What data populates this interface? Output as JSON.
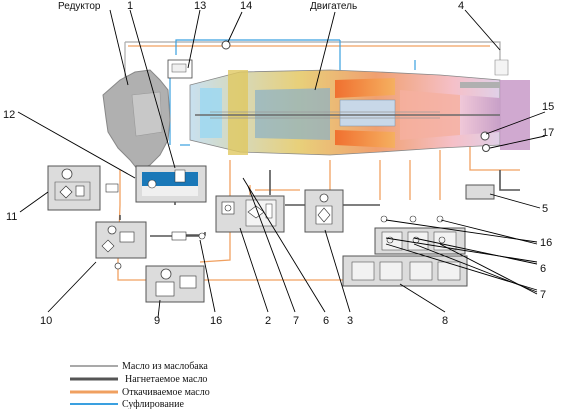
{
  "labels": {
    "gearbox": "Редуктор",
    "engine": "Двигатель",
    "n1": "1",
    "n13": "13",
    "n14": "14",
    "n4": "4",
    "n15": "15",
    "n17": "17",
    "n12": "12",
    "n11": "11",
    "n10": "10",
    "n9": "9",
    "n16a": "16",
    "n2": "2",
    "n7a": "7",
    "n6a": "6",
    "n3": "3",
    "n8": "8",
    "n7b": "7",
    "n6b": "6",
    "n16b": "16",
    "n5": "5"
  },
  "legend": [
    {
      "text": "Масло из маслобака",
      "color": "#a9a9a9"
    },
    {
      "text": "Нагнетаемое масло",
      "color": "#555555"
    },
    {
      "text": "Откачиваемое масло",
      "color": "#f0a060"
    },
    {
      "text": "Суфлирование",
      "color": "#3aa0e0"
    }
  ]
}
